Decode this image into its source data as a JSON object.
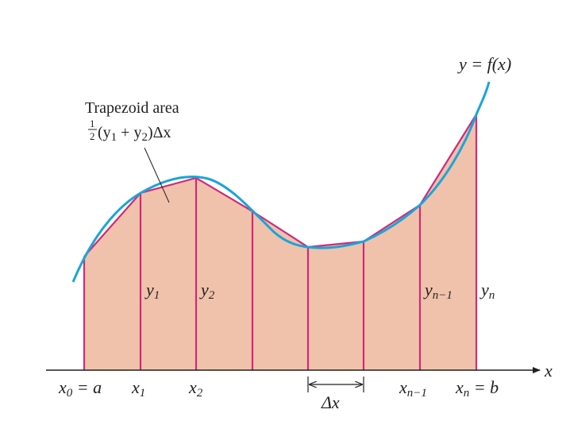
{
  "colors": {
    "curve": "#1aa5d8",
    "edges": "#cf2a7a",
    "fill": "#f0c2ab",
    "axis": "#231f20"
  },
  "function_label": "y = f(x)",
  "annotation": {
    "title": "Trapezoid area",
    "formula_prefix": "(y",
    "formula_mid": " + y",
    "formula_suffix": ")Δx",
    "frac_num": "1",
    "frac_den": "2"
  },
  "axis": {
    "x_symbol": "x"
  },
  "x_labels": [
    {
      "base": "x",
      "sub": "0",
      "rest": " = a"
    },
    {
      "base": "x",
      "sub": "1",
      "rest": ""
    },
    {
      "base": "x",
      "sub": "2",
      "rest": ""
    },
    {
      "base": "x",
      "sub": "n−1",
      "rest": ""
    },
    {
      "base": "x",
      "sub": "n",
      "rest": " = b"
    }
  ],
  "y_labels": [
    {
      "base": "y",
      "sub": "1"
    },
    {
      "base": "y",
      "sub": "2"
    },
    {
      "base": "y",
      "sub": "n−1"
    },
    {
      "base": "y",
      "sub": "n"
    }
  ],
  "delta_label": "Δx"
}
